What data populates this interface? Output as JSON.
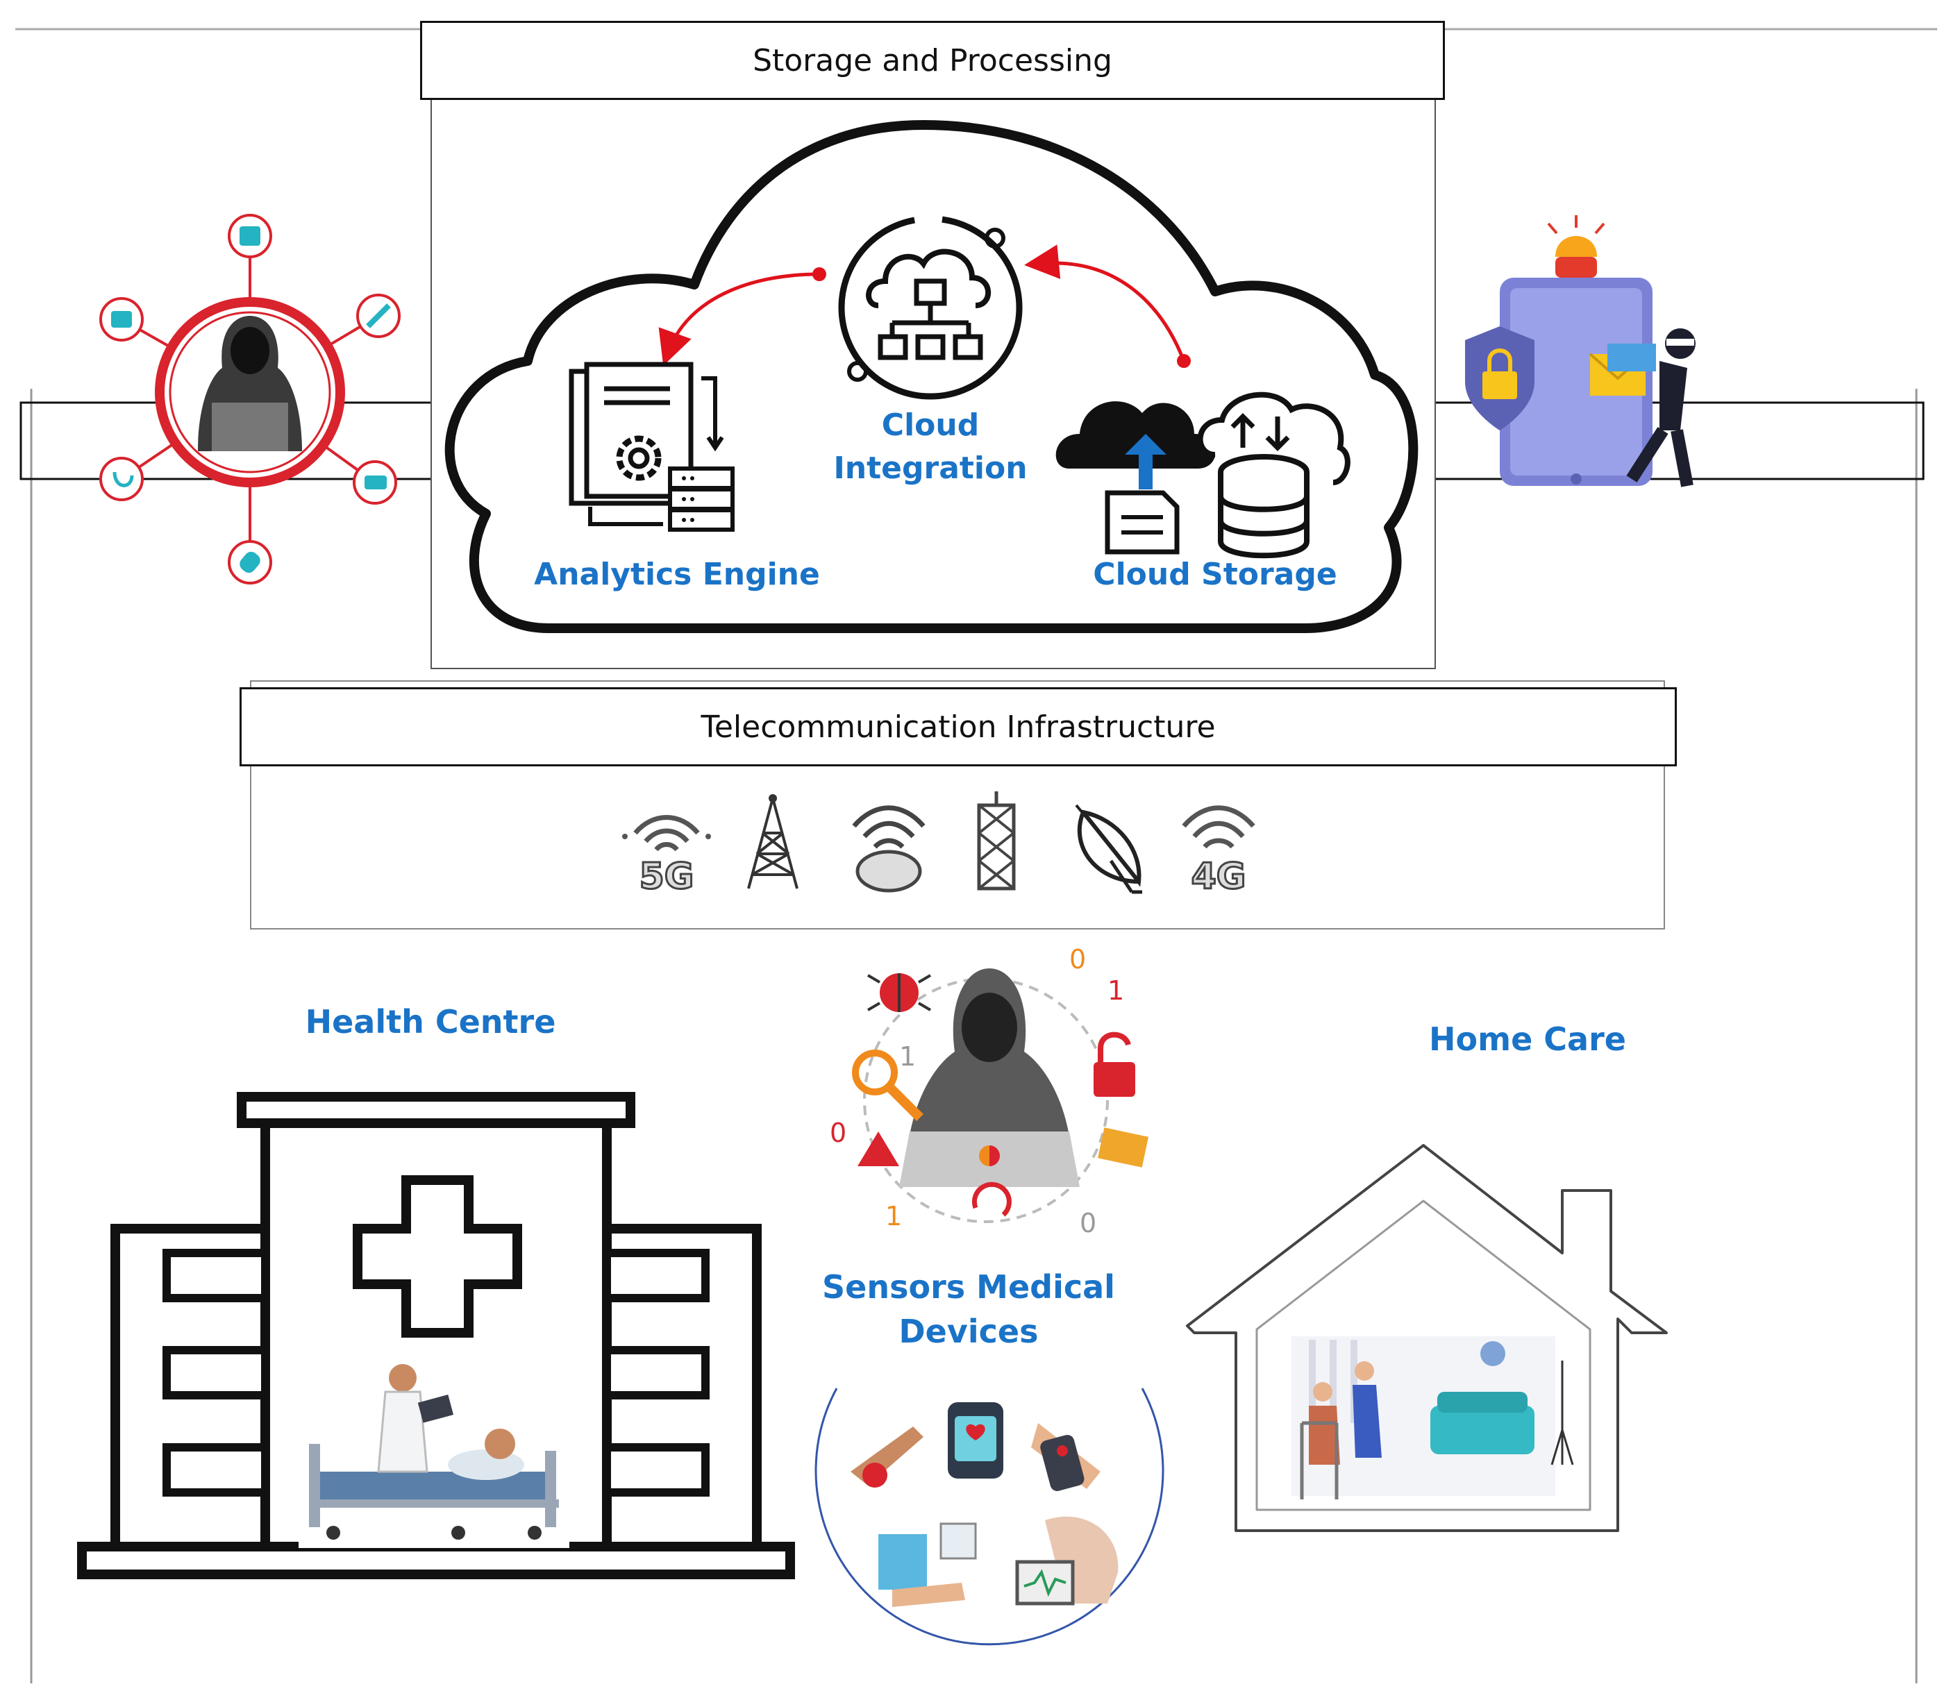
{
  "layers": {
    "storage_title": "Storage and Processing",
    "telecom_title": "Telecommunication Infrastructure"
  },
  "cloud": {
    "analytics_label": "Analytics Engine",
    "integration_label_line1": "Cloud",
    "integration_label_line2": "Integration",
    "storage_label": "Cloud Storage"
  },
  "telecom_icons": [
    "5G",
    "4G"
  ],
  "endpoints": {
    "health_centre": "Health Centre",
    "home_care": "Home Care",
    "sensors_line1": "Sensors Medical",
    "sensors_line2": "Devices"
  },
  "attack_glyphs": [
    "0",
    "1",
    "1",
    "0",
    "1",
    "0"
  ],
  "colors": {
    "accent_blue": "#1a73c7",
    "threat_red": "#d9232d",
    "arrow_red": "#e0121c",
    "outline": "#111111"
  }
}
